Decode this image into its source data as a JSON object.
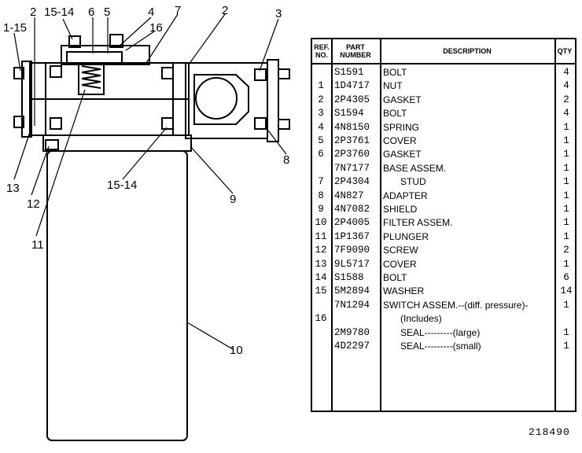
{
  "diagram": {
    "callouts": [
      "1-15",
      "2",
      "15-14",
      "6",
      "5",
      "4",
      "7",
      "2",
      "3",
      "16",
      "8",
      "13",
      "12",
      "15-14",
      "9",
      "11",
      "10"
    ]
  },
  "parts_table": {
    "headers": {
      "ref": "REF. NO.",
      "part": "PART NUMBER",
      "desc": "DESCRIPTION",
      "qty": "QTY"
    },
    "rows": [
      {
        "ref": "",
        "part": "S1591",
        "desc": "BOLT",
        "qty": "4"
      },
      {
        "ref": "1",
        "part": "1D4717",
        "desc": "NUT",
        "qty": "4"
      },
      {
        "ref": "2",
        "part": "2P4305",
        "desc": "GASKET",
        "qty": "2"
      },
      {
        "ref": "3",
        "part": "S1594",
        "desc": "BOLT",
        "qty": "4"
      },
      {
        "ref": "4",
        "part": "4N8150",
        "desc": "SPRING",
        "qty": "1"
      },
      {
        "ref": "5",
        "part": "2P3761",
        "desc": "COVER",
        "qty": "1"
      },
      {
        "ref": "6",
        "part": "2P3760",
        "desc": "GASKET",
        "qty": "1"
      },
      {
        "ref": "",
        "part": "7N7177",
        "desc": "BASE ASSEM.",
        "qty": "1"
      },
      {
        "ref": "7",
        "part": "2P4304",
        "desc": "STUD",
        "qty": "1"
      },
      {
        "ref": "8",
        "part": "4N827",
        "desc": "ADAPTER",
        "qty": "1"
      },
      {
        "ref": "9",
        "part": "4N7082",
        "desc": "SHIELD",
        "qty": "1"
      },
      {
        "ref": "10",
        "part": "2P4005",
        "desc": "FILTER ASSEM.",
        "qty": "1"
      },
      {
        "ref": "11",
        "part": "1P1367",
        "desc": "PLUNGER",
        "qty": "1"
      },
      {
        "ref": "12",
        "part": "7F9090",
        "desc": "SCREW",
        "qty": "2"
      },
      {
        "ref": "13",
        "part": "9L5717",
        "desc": "COVER",
        "qty": "1"
      },
      {
        "ref": "14",
        "part": "S1588",
        "desc": "BOLT",
        "qty": "6"
      },
      {
        "ref": "15",
        "part": "5M2894",
        "desc": "WASHER",
        "qty": "14"
      },
      {
        "ref": "",
        "part": "7N1294",
        "desc": "SWITCH ASSEM.--(diff. pressure)-",
        "qty": "1"
      },
      {
        "ref": "16",
        "part": "",
        "desc": "(Includes)",
        "qty": ""
      },
      {
        "ref": "",
        "part": "2M9780",
        "desc": "SEAL---------(large)",
        "qty": "1"
      },
      {
        "ref": "",
        "part": "4D2297",
        "desc": "SEAL---------(small)",
        "qty": "1"
      }
    ]
  },
  "figure_number": "218490"
}
